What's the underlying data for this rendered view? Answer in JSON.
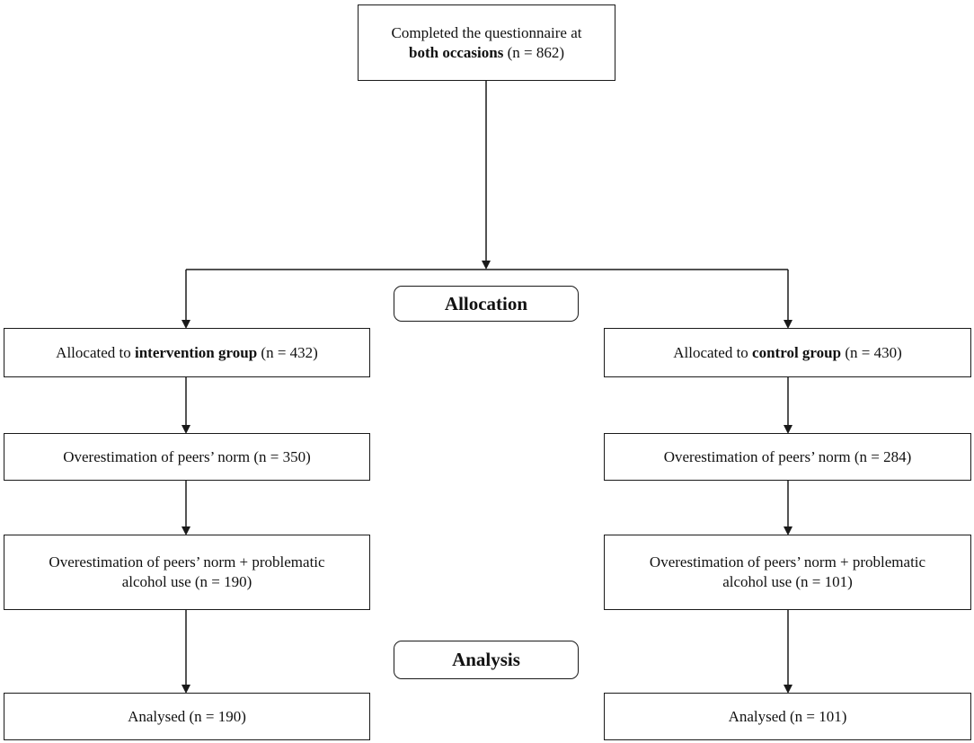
{
  "top": {
    "line1": "Completed the questionnaire at",
    "line2_bold": "both occasions",
    "line2_rest": " (n = 862)"
  },
  "phases": {
    "allocation": "Allocation",
    "analysis": "Analysis"
  },
  "left": {
    "allocated_prefix": "Allocated to ",
    "allocated_bold": "intervention group",
    "allocated_suffix": " (n = 432)",
    "overestimation": "Overestimation of peers’ norm (n = 350)",
    "problematic_line1": "Overestimation of peers’ norm + problematic",
    "problematic_line2": "alcohol use (n = 190)",
    "analysed": "Analysed (n = 190)"
  },
  "right": {
    "allocated_prefix": "Allocated to ",
    "allocated_bold": "control group",
    "allocated_suffix": " (n = 430)",
    "overestimation": "Overestimation of peers’ norm (n = 284)",
    "problematic_line1": "Overestimation of peers’ norm + problematic",
    "problematic_line2": "alcohol use (n = 101)",
    "analysed": "Analysed (n = 101)"
  }
}
